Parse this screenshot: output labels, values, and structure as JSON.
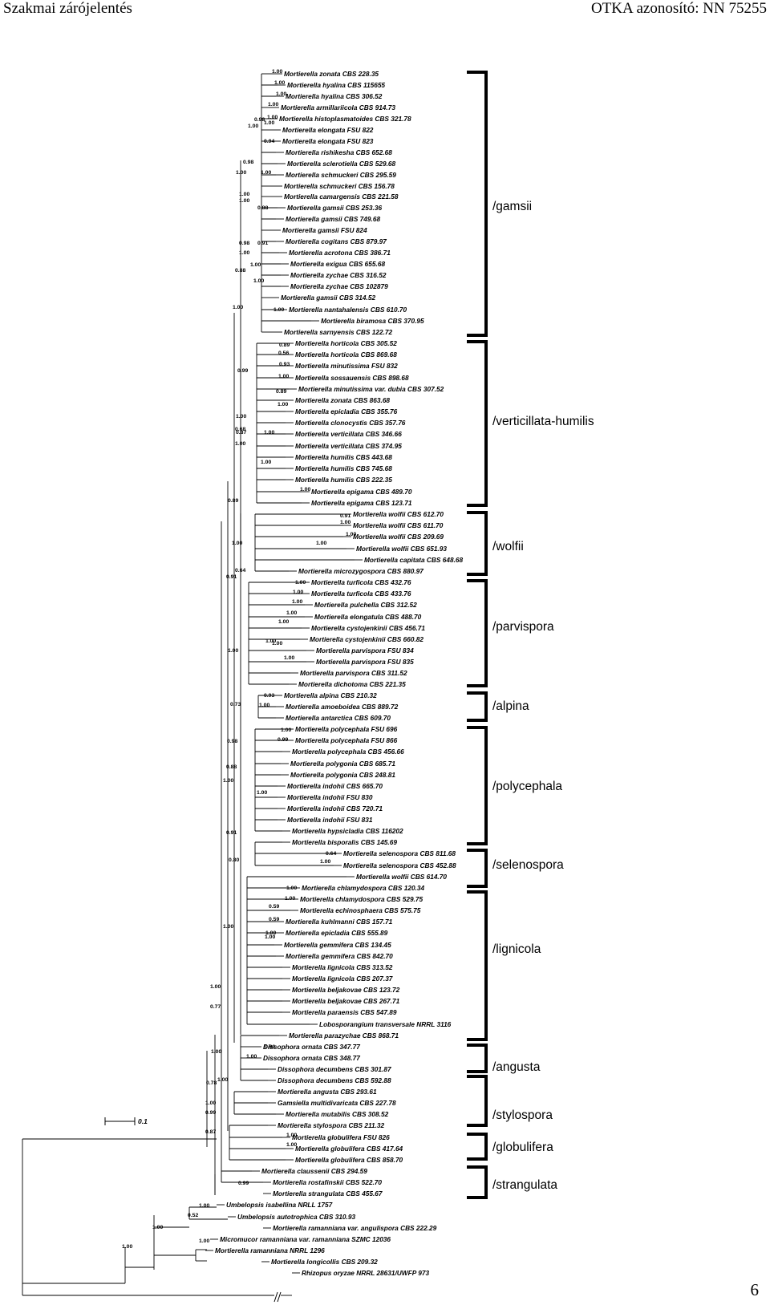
{
  "header": {
    "left": "Szakmai zárójelentés",
    "right": "OTKA azonosító: NN 75255"
  },
  "page_number": "6",
  "scale_label": "0.1",
  "taxa": [
    "Mortierella zonata CBS 228.35",
    "Mortierella hyalina CBS 115655",
    "Mortierella hyalina CBS 306.52",
    "Mortierella armillariicola CBS 914.73",
    "Mortierella histoplasmatoides CBS 321.78",
    "Mortierella elongata FSU 822",
    "Mortierella elongata FSU 823",
    "Mortierella rishikesha CBS 652.68",
    "Mortierella sclerotiella CBS 529.68",
    "Mortierella schmuckeri CBS 295.59",
    "Mortierella schmuckeri CBS 156.78",
    "Mortierella camargensis CBS 221.58",
    "Mortierella gamsii CBS 253.36",
    "Mortierella gamsii CBS 749.68",
    "Mortierella gamsii FSU 824",
    "Mortierella cogitans CBS 879.97",
    "Mortierella acrotona CBS 386.71",
    "Mortierella exigua CBS 655.68",
    "Mortierella zychae CBS 316.52",
    "Mortierella zychae CBS 102879",
    "Mortierella gamsii CBS 314.52",
    "Mortierella nantahalensis CBS 610.70",
    "Mortierella biramosa CBS 370.95",
    "Mortierella sarnyensis CBS 122.72",
    "Mortierella horticola CBS 305.52",
    "Mortierella horticola CBS 869.68",
    "Mortierella minutissima FSU 832",
    "Mortierella sossauensis CBS 898.68",
    "Mortierella minutissima var. dubia CBS 307.52",
    "Mortierella zonata CBS 863.68",
    "Mortierella epicladia CBS 355.76",
    "Mortierella clonocystis CBS 357.76",
    "Mortierella verticillata CBS 346.66",
    "Mortierella verticillata CBS 374.95",
    "Mortierella humilis CBS 443.68",
    "Mortierella humilis CBS 745.68",
    "Mortierella humilis CBS 222.35",
    "Mortierella epigama CBS 489.70",
    "Mortierella epigama CBS 123.71",
    "Mortierella wolfii CBS 612.70",
    "Mortierella wolfii CBS 611.70",
    "Mortierella wolfii CBS 209.69",
    "Mortierella wolfii CBS 651.93",
    "Mortierella capitata CBS 648.68",
    "Mortierella microzygospora CBS 880.97",
    "Mortierella turficola CBS 432.76",
    "Mortierella turficola CBS 433.76",
    "Mortierella pulchella CBS 312.52",
    "Mortierella elongatula CBS 488.70",
    "Mortierella cystojenkinii CBS 456.71",
    "Mortierella cystojenkinii CBS 660.82",
    "Mortierella parvispora FSU 834",
    "Mortierella parvispora FSU 835",
    "Mortierella parvispora CBS 311.52",
    "Mortierella dichotoma CBS 221.35",
    "Mortierella alpina CBS 210.32",
    "Mortierella amoeboidea CBS 889.72",
    "Mortierella antarctica CBS 609.70",
    "Mortierella polycephala FSU 696",
    "Mortierella polycephala FSU 866",
    "Mortierella polycephala CBS 456.66",
    "Mortierella polygonia CBS 685.71",
    "Mortierella polygonia CBS 248.81",
    "Mortierella indohii CBS 665.70",
    "Mortierella indohii FSU 830",
    "Mortierella indohii CBS 720.71",
    "Mortierella indohii FSU 831",
    "Mortierella hypsicladia CBS 116202",
    "Mortierella bisporalis CBS 145.69",
    "Mortierella selenospora CBS 811.68",
    "Mortierella selenospora CBS 452.88",
    "Mortierella wolfii CBS 614.70",
    "Mortierella chlamydospora CBS 120.34",
    "Mortierella chlamydospora CBS 529.75",
    "Mortierella echinosphaera CBS 575.75",
    "Mortierella kuhlmanni CBS 157.71",
    "Mortierella epicladia CBS 555.89",
    "Mortierella gemmifera CBS 134.45",
    "Mortierella gemmifera CBS 842.70",
    "Mortierella lignicola CBS 313.52",
    "Mortierella lignicola CBS 207.37",
    "Mortierella beljakovae CBS 123.72",
    "Mortierella beljakovae CBS 267.71",
    "Mortierella paraensis CBS 547.89",
    "Lobosporangium transversale NRRL 3116",
    "Mortierella parazychae CBS 868.71",
    "Dissophora ornata CBS 347.77",
    "Dissophora ornata CBS 348.77",
    "Dissophora decumbens CBS 301.87",
    "Dissophora decumbens CBS 592.88",
    "Mortierella angusta CBS 293.61",
    "Gamsiella multidivaricata CBS 227.78",
    "Mortierella mutabilis CBS 308.52",
    "Mortierella stylospora CBS 211.32",
    "Mortierella globulifera FSU 826",
    "Mortierella globulifera CBS 417.64",
    "Mortierella globulifera CBS 858.70",
    "Mortierella claussenii CBS 294.59",
    "Mortierella rostafinskii CBS 522.70",
    "Mortierella strangulata CBS 455.67",
    "Umbelopsis isabellina NRLL 1757",
    "Umbelopsis autotrophica CBS 310.93",
    "Mortierella ramanniana var. angulispora CBS 222.29",
    "Micromucor ramanniana var. ramanniana SZMC 12036",
    "Mortierella ramanniana NRRL 1296",
    "Mortierella longicollis CBS 209.32",
    "Rhizopus oryzae NRRL 28631/UWFP 973"
  ],
  "clades": [
    "/gamsii",
    "/verticillata-humilis",
    "/wolfii",
    "/parvispora",
    "/alpina",
    "/polycephala",
    "/selenospora",
    "/lignicola",
    "/angusta",
    "/stylospora",
    "/globulifera",
    "/strangulata"
  ],
  "support_values": [
    "1.00",
    "1.00",
    "1.00",
    "1.00",
    "1.00",
    "0.98",
    "1.00",
    "1.00",
    "0.94",
    "0.98",
    "1.00",
    "1.00",
    "1.00",
    "1.00",
    "0.88",
    "0.98",
    "0.91",
    "1.00",
    "1.00",
    "0.88",
    "1.00",
    "1.00",
    "1.00",
    "0.89",
    "0.56",
    "0.93",
    "1.00",
    "0.99",
    "0.89",
    "1.00",
    "1.00",
    "0.68",
    "0.87",
    "1.00",
    "1.00",
    "1.00",
    "1.00",
    "0.89",
    "0.91",
    "1.00",
    "1.00",
    "1.00",
    "1.00",
    "0.64",
    "0.91",
    "1.00",
    "1.00",
    "1.00",
    "1.00",
    "1.00",
    "1.00",
    "1.00",
    "1.00",
    "1.00",
    "0.93",
    "1.00",
    "0.73",
    "1.00",
    "0.99",
    "0.98",
    "0.88",
    "1.00",
    "1.00",
    "0.91",
    "0.64",
    "1.00",
    "0.80",
    "1.00",
    "1.00",
    "0.59",
    "0.59",
    "1.00",
    "1.00",
    "1.00",
    "1.00",
    "0.77",
    "0.90",
    "1.00",
    "1.00",
    "1.00",
    "0.78",
    "1.00",
    "0.99",
    "0.87",
    "0.99",
    "1.00",
    "1.00",
    "1.00",
    "0.52",
    "1.00",
    "1.00",
    "1.00",
    "1.00"
  ]
}
